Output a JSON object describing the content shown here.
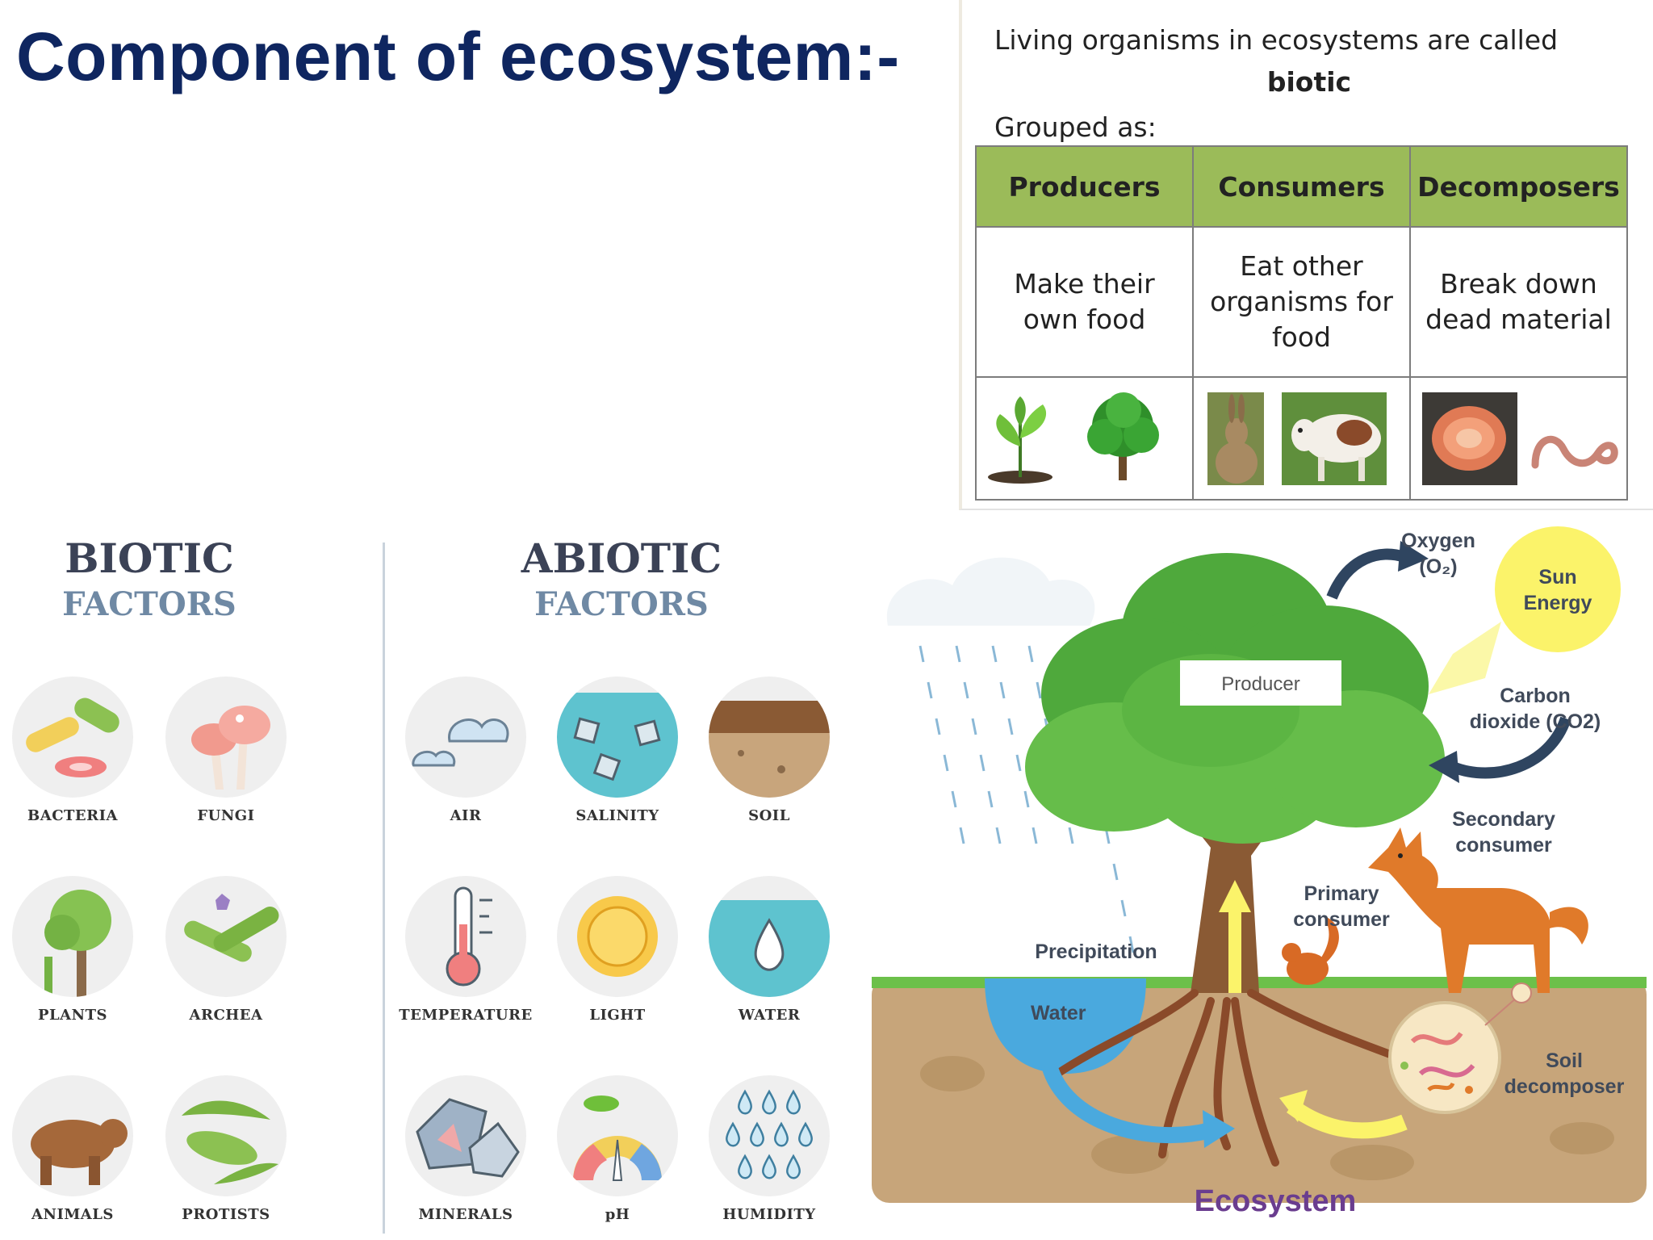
{
  "title": "Component of ecosystem:-",
  "biotic_panel": {
    "intro": "Living organisms in ecosystems are called",
    "term": "biotic",
    "grouped_as": "Grouped as:",
    "groups": [
      {
        "name": "Producers",
        "description": "Make their own food",
        "pictures": [
          "seedling-icon",
          "tree-icon"
        ]
      },
      {
        "name": "Consumers",
        "description": "Eat other organisms for food",
        "pictures": [
          "hare-icon",
          "cow-icon"
        ]
      },
      {
        "name": "Decomposers",
        "description": "Break down dead material",
        "pictures": [
          "fungus-icon",
          "worm-icon"
        ]
      }
    ]
  },
  "biotic_factors": {
    "heading": "BIOTIC",
    "subheading": "FACTORS",
    "items": [
      "BACTERIA",
      "FUNGI",
      "PLANTS",
      "ARCHEA",
      "ANIMALS",
      "PROTISTS"
    ]
  },
  "abiotic_factors": {
    "heading": "ABIOTIC",
    "subheading": "FACTORS",
    "items": [
      "AIR",
      "SALINITY",
      "SOIL",
      "TEMPERATURE",
      "LIGHT",
      "WATER",
      "MINERALS",
      "pH",
      "HUMIDITY"
    ]
  },
  "ecosystem_diagram": {
    "caption": "Ecosystem",
    "labels": {
      "oxygen": "Oxygen",
      "oxygen_formula": "(O₂)",
      "sun_line1": "Sun",
      "sun_line2": "Energy",
      "carbon_line1": "Carbon",
      "carbon_line2": "dioxide (CO2)",
      "producer": "Producer",
      "secondary_line1": "Secondary",
      "secondary_line2": "consumer",
      "primary_line1": "Primary",
      "primary_line2": "consumer",
      "precipitation": "Precipitation",
      "water": "Water",
      "soil_line1": "Soil",
      "soil_line2": "decomposer"
    }
  },
  "colors": {
    "title": "#0f2660",
    "table_header": "#9bbb59",
    "caption": "#6a3d8f",
    "sun": "#fbf36a",
    "tree_green": "#5cb543",
    "soil": "#c7a57a",
    "water": "#4aa9de"
  }
}
